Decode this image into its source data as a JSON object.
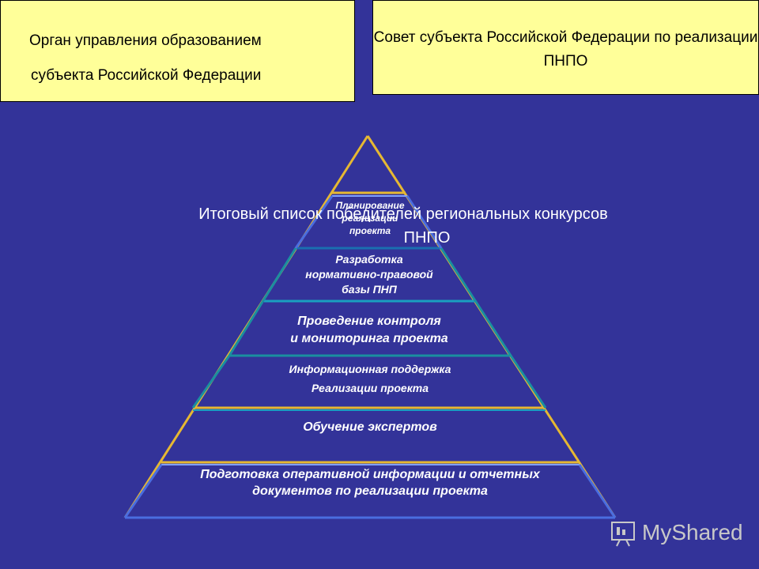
{
  "box_left": {
    "line1": "Орган управления образованием",
    "line2": "субъекта Российской Федерации"
  },
  "box_right": {
    "text": "Совет субъекта Российской Федерации по реализации ПНПО"
  },
  "overlay_title": {
    "line1": "Итоговый список победителей региональных конкурсов",
    "line2": "ПНПО"
  },
  "pyramid": {
    "level1": {
      "line1": "Планирование",
      "line2": "реализации",
      "line3": "проекта"
    },
    "level2": {
      "line1": "Разработка",
      "line2": "нормативно-правовой",
      "line3": "базы ПНП"
    },
    "level3": {
      "line1": "Проведение контроля",
      "line2": "и мониторинга проекта"
    },
    "level4": {
      "line1": "Информационная  поддержка",
      "line2": "Реализации  проекта"
    },
    "level5": {
      "line1": "Обучение экспертов"
    },
    "level6": {
      "line1": "Подготовка оперативной информации и отчетных",
      "line2": "документов по реализации проекта"
    }
  },
  "watermark": {
    "text": "MyShared"
  },
  "colors": {
    "background": "#333399",
    "box_fill": "#ffff99",
    "gold_edge": "#e6b832",
    "blue_edge": "#4a6de0",
    "teal_edge": "#1a8fa0"
  }
}
